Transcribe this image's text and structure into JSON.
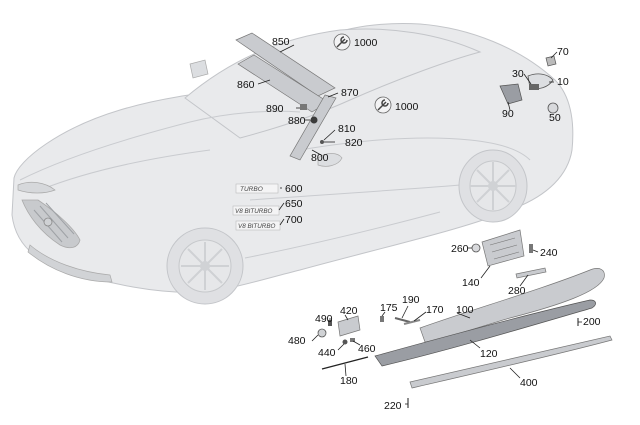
{
  "callouts": [
    {
      "id": "850",
      "label": "850"
    },
    {
      "id": "1000a",
      "label": "1000"
    },
    {
      "id": "860",
      "label": "860"
    },
    {
      "id": "870",
      "label": "870"
    },
    {
      "id": "890",
      "label": "890"
    },
    {
      "id": "1000b",
      "label": "1000"
    },
    {
      "id": "880",
      "label": "880"
    },
    {
      "id": "810",
      "label": "810"
    },
    {
      "id": "820",
      "label": "820"
    },
    {
      "id": "800",
      "label": "800"
    },
    {
      "id": "70",
      "label": "70"
    },
    {
      "id": "30",
      "label": "30"
    },
    {
      "id": "10",
      "label": "10"
    },
    {
      "id": "90",
      "label": "90"
    },
    {
      "id": "50",
      "label": "50"
    },
    {
      "id": "600",
      "label": "600"
    },
    {
      "id": "650",
      "label": "650"
    },
    {
      "id": "700",
      "label": "700"
    },
    {
      "id": "260",
      "label": "260"
    },
    {
      "id": "240",
      "label": "240"
    },
    {
      "id": "140",
      "label": "140"
    },
    {
      "id": "280",
      "label": "280"
    },
    {
      "id": "490",
      "label": "490"
    },
    {
      "id": "420",
      "label": "420"
    },
    {
      "id": "175",
      "label": "175"
    },
    {
      "id": "190",
      "label": "190"
    },
    {
      "id": "170",
      "label": "170"
    },
    {
      "id": "100",
      "label": "100"
    },
    {
      "id": "200",
      "label": "200"
    },
    {
      "id": "480",
      "label": "480"
    },
    {
      "id": "440",
      "label": "440"
    },
    {
      "id": "460",
      "label": "460"
    },
    {
      "id": "120",
      "label": "120"
    },
    {
      "id": "180",
      "label": "180"
    },
    {
      "id": "400",
      "label": "400"
    },
    {
      "id": "220",
      "label": "220"
    }
  ],
  "badges": [
    {
      "id": "600",
      "text": "TURBO"
    },
    {
      "id": "650",
      "text": "V8 BITURBO"
    },
    {
      "id": "700",
      "text": "V8 BITURBO"
    }
  ],
  "icons": [
    "wrench-icon",
    "wrench-icon"
  ]
}
